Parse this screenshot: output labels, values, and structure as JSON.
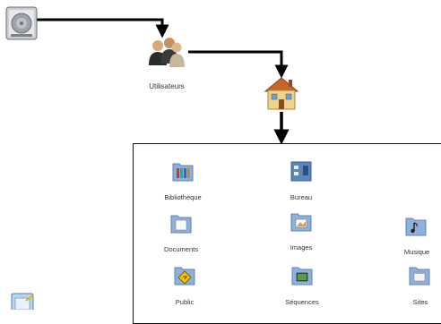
{
  "hierarchy": {
    "users_label": "Utilisateurs"
  },
  "home_folder": {
    "items": [
      {
        "label": "Bibliothèque"
      },
      {
        "label": "Bureau"
      },
      {
        "label": "Documents"
      },
      {
        "label": "Images"
      },
      {
        "label": "Musique"
      },
      {
        "label": "Public"
      },
      {
        "label": "Séquences"
      },
      {
        "label": "Sites"
      }
    ]
  },
  "colors": {
    "arrow": "#000000",
    "folder": "#8fb0d8",
    "folder_dark": "#5d86bb"
  }
}
